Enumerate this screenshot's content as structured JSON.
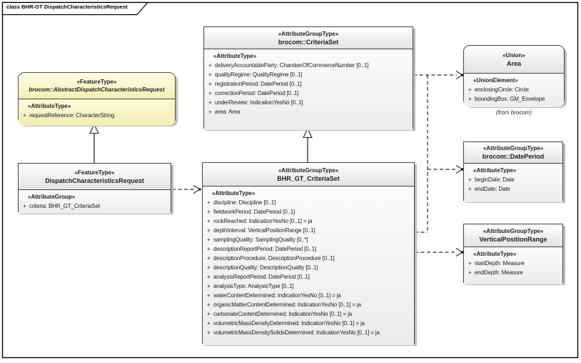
{
  "frame": {
    "title": "class BHR-GT DispatchCharacteristicsRequest"
  },
  "colors": {
    "box_fill": "#f1f1f1",
    "box_header_gradient_top": "#ffffff",
    "box_header_gradient_bottom": "#e3e3e3",
    "note_yellow_fill": "#fbf6cb",
    "border": "#45453a",
    "visibility_plus": "#46618c",
    "shadow": "#bcbcbc",
    "background": "#ffffff"
  },
  "boxes": {
    "abstract": {
      "stereotype": "«FeatureType»",
      "name": "brocom::AbstractDispatchCharacteristicsRequest",
      "body_stereotype": "«AttributeType»",
      "attributes": [
        {
          "vis": "+",
          "text": "requestReference: CharacterString"
        }
      ]
    },
    "dispatch": {
      "stereotype": "«FeatureType»",
      "name": "DispatchCharacteristicsRequest",
      "body_stereotype": "«AttributeGroup»",
      "attributes": [
        {
          "vis": "+",
          "text": "criteria: BHR_GT_CriteriaSet"
        }
      ]
    },
    "criteriaset": {
      "stereotype": "«AttributeGroupType»",
      "name": "brocom::CriteriaSet",
      "body_stereotype": "«AttributeType»",
      "attributes": [
        {
          "vis": "+",
          "text": "deliveryAccountableParty: ChamberOfCommerceNumber [0..1]"
        },
        {
          "vis": "+",
          "text": "qualityRegime: QualityRegime [0..1]"
        },
        {
          "vis": "+",
          "text": "registrationPeriod: DatePeriod [0..1]"
        },
        {
          "vis": "+",
          "text": "correctionPeriod: DatePeriod [0..1]"
        },
        {
          "vis": "+",
          "text": "underReview: IndicationYesNo [0..1]"
        },
        {
          "vis": "+",
          "text": "area: Area"
        }
      ]
    },
    "bhrgt": {
      "stereotype": "«AttributeGroupType»",
      "name": "BHR_GT_CriteriaSet",
      "body_stereotype": "«AttributeType»",
      "attributes": [
        {
          "vis": "+",
          "text": "discipline: Discipline [0..1]"
        },
        {
          "vis": "+",
          "text": "fieldworkPeriod: DatePeriod [0..1]"
        },
        {
          "vis": "+",
          "text": "rockReached: IndicationYesNo [0..1] = ja"
        },
        {
          "vis": "+",
          "text": "depthInterval: VerticalPositionRange [0..1]"
        },
        {
          "vis": "+",
          "text": "samplingQuality: SamplingQuality [0..*]"
        },
        {
          "vis": "+",
          "text": "descriptionReportPeriod: DatePeriod [0..1]"
        },
        {
          "vis": "+",
          "text": "descriptionProcedure: DescriptionProcedure [0..1]"
        },
        {
          "vis": "+",
          "text": "descriptionQuality: DescriptionQuality [0..1]"
        },
        {
          "vis": "+",
          "text": "analysisReportPeriod: DatePeriod [0..1]"
        },
        {
          "vis": "+",
          "text": "analysisType: AnalysisType [0..1]"
        },
        {
          "vis": "+",
          "text": "waterContentDetermined: IndicationYesNo [0..1] = ja"
        },
        {
          "vis": "+",
          "text": "organicMatterContentDetermined: IndicationYesNo [0..1] = ja"
        },
        {
          "vis": "+",
          "text": "carbonateContentDetermined: IndicationYesNo [0..1] = ja"
        },
        {
          "vis": "+",
          "text": "volumetricMassDensityDetermined: IndicationYesNo [0..1] = ja"
        },
        {
          "vis": "+",
          "text": "volumetricMassDensitySolidsDetermined: IndicationYesNo [0..1] = ja"
        }
      ]
    },
    "area": {
      "stereotype": "«Union»",
      "name": "Area",
      "body_stereotype": "«UnionElement»",
      "attributes": [
        {
          "vis": "+",
          "text": "enclosingCircle: Circle"
        },
        {
          "vis": "+",
          "text": "boundingBox: GM_Envelope"
        }
      ],
      "from_note": "(from brocom)"
    },
    "dateperiod": {
      "stereotype": "«AttributeGroupType»",
      "name": "brocom::DatePeriod",
      "body_stereotype": "«AttributeType»",
      "attributes": [
        {
          "vis": "+",
          "text": "beginDate: Date"
        },
        {
          "vis": "+",
          "text": "endDate: Date"
        }
      ]
    },
    "vpr": {
      "stereotype": "«AttributeGroupType»",
      "name": "VerticalPositionRange",
      "body_stereotype": "«AttributeType»",
      "attributes": [
        {
          "vis": "+",
          "text": "startDepth: Measure"
        },
        {
          "vis": "+",
          "text": "endDepth: Measure"
        }
      ]
    }
  }
}
